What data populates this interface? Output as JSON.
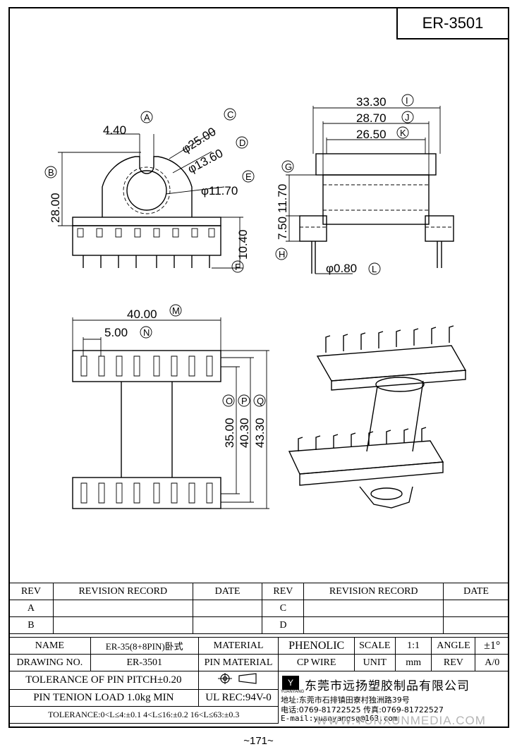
{
  "header": {
    "model": "ER-3501"
  },
  "dimensions": {
    "a": "4.40",
    "b": "28.00",
    "c": "φ25.00",
    "d": "φ13.60",
    "e": "φ11.70",
    "f": "10.40",
    "g": "11.70",
    "h": "7.50",
    "i": "33.30",
    "j": "28.70",
    "k": "26.50",
    "l": "φ0.80",
    "m": "40.00",
    "n": "5.00",
    "o": "35.00",
    "p": "40.30",
    "q": "43.30"
  },
  "markers": {
    "a": "A",
    "b": "B",
    "c": "C",
    "d": "D",
    "e": "E",
    "f": "F",
    "g": "G",
    "h": "H",
    "i": "I",
    "j": "J",
    "k": "K",
    "l": "L",
    "m": "M",
    "n": "N",
    "o": "O",
    "p": "P",
    "q": "Q"
  },
  "revision_table": {
    "headers": [
      "REV",
      "REVISION RECORD",
      "DATE",
      "REV",
      "REVISION RECORD",
      "DATE"
    ],
    "rows": [
      [
        "A",
        "",
        "",
        "C",
        "",
        ""
      ],
      [
        "B",
        "",
        "",
        "D",
        "",
        ""
      ]
    ]
  },
  "spec": {
    "name_label": "NAME",
    "name_value": "ER-35(8+8PIN)卧式",
    "material_label": "MATERIAL",
    "material_value": "PHENOLIC",
    "scale_label": "SCALE",
    "scale_value": "1:1",
    "angle_label": "ANGLE",
    "angle_value": "±1°",
    "drawing_label": "DRAWING NO.",
    "drawing_value": "ER-3501",
    "pin_material_label": "PIN MATERIAL",
    "pin_material_value": "CP WIRE",
    "unit_label": "UNIT",
    "unit_value": "mm",
    "rev_label": "REV",
    "rev_value": "A/0",
    "tolerance_pitch": "TOLERANCE OF PIN PITCH±0.20",
    "pin_tension": "PIN TENION LOAD 1.0kg MIN",
    "ul_rec": "UL REC:94V-0",
    "tolerance": "TOLERANCE:0<L≤4:±0.1  4<L≤16:±0.2  16<L≤63:±0.3"
  },
  "company": {
    "logo_glyph": "Y",
    "logo_text": "YUANYANG",
    "name": "东莞市远扬塑胶制品有限公司",
    "address": "地址:东莞市石排镇田寮村独洲路39号",
    "phone": "电话:0769-81722525   传真:0769-81722527",
    "email": "E-mail:yuanyangsg@163.com"
  },
  "watermark": "WWW.YUNXUNMEDIA.COM",
  "page_number": "~171~"
}
